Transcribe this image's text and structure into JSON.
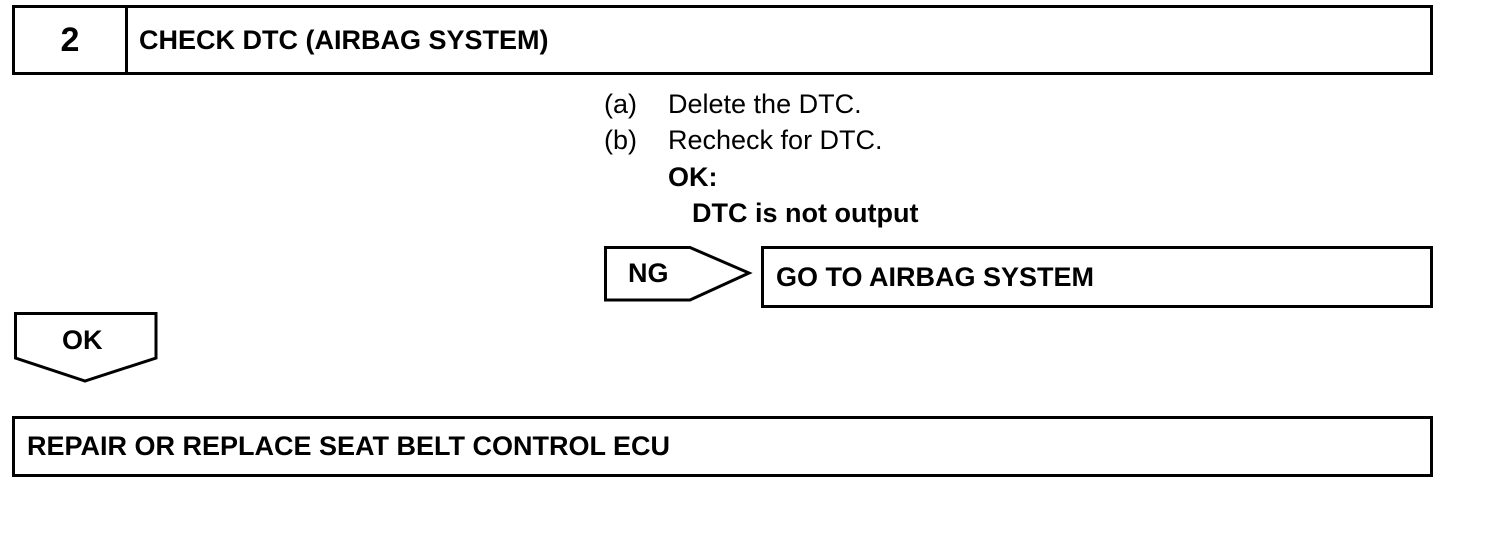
{
  "step": {
    "number": "2",
    "title": "CHECK DTC (AIRBAG SYSTEM)"
  },
  "instructions": {
    "a_label": "(a)",
    "a_text": "Delete the DTC.",
    "b_label": "(b)",
    "b_text": "Recheck for DTC.",
    "ok_heading": "OK:",
    "ok_condition": "DTC is not output"
  },
  "ng_branch": {
    "label": "NG",
    "result": "GO TO AIRBAG SYSTEM"
  },
  "ok_branch": {
    "label": "OK"
  },
  "final_step": {
    "text": "REPAIR OR REPLACE SEAT BELT CONTROL ECU"
  }
}
